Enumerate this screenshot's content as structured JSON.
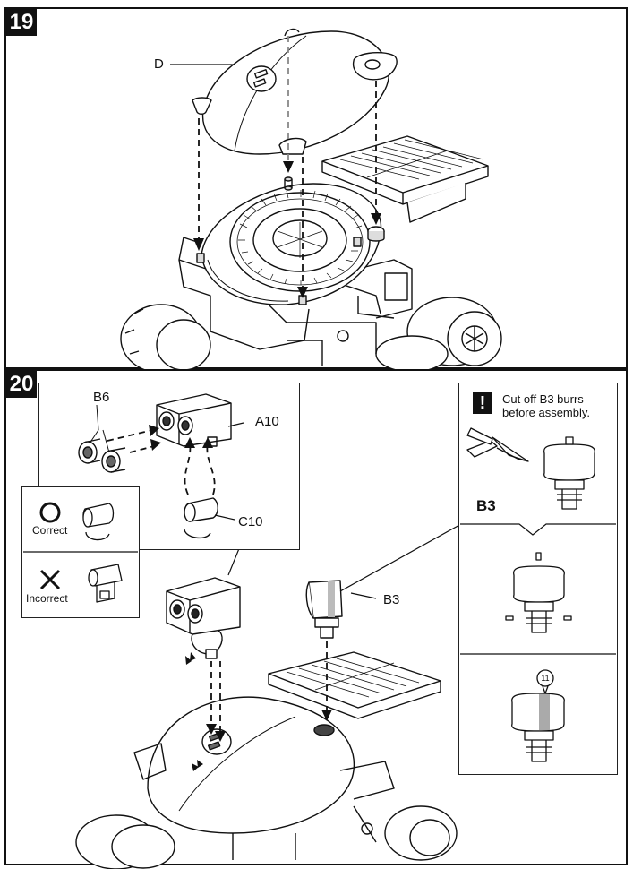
{
  "steps": [
    {
      "number": "19",
      "parts": {
        "d": "D"
      }
    },
    {
      "number": "20",
      "parts": {
        "b6": "B6",
        "a10": "A10",
        "c10": "C10",
        "b3": "B3"
      },
      "legend": {
        "correct": "Correct",
        "incorrect": "Incorrect"
      },
      "note": {
        "line1": "Cut off B3 burrs",
        "line2": "before assembly.",
        "part": "B3"
      },
      "marker": "11"
    }
  ]
}
